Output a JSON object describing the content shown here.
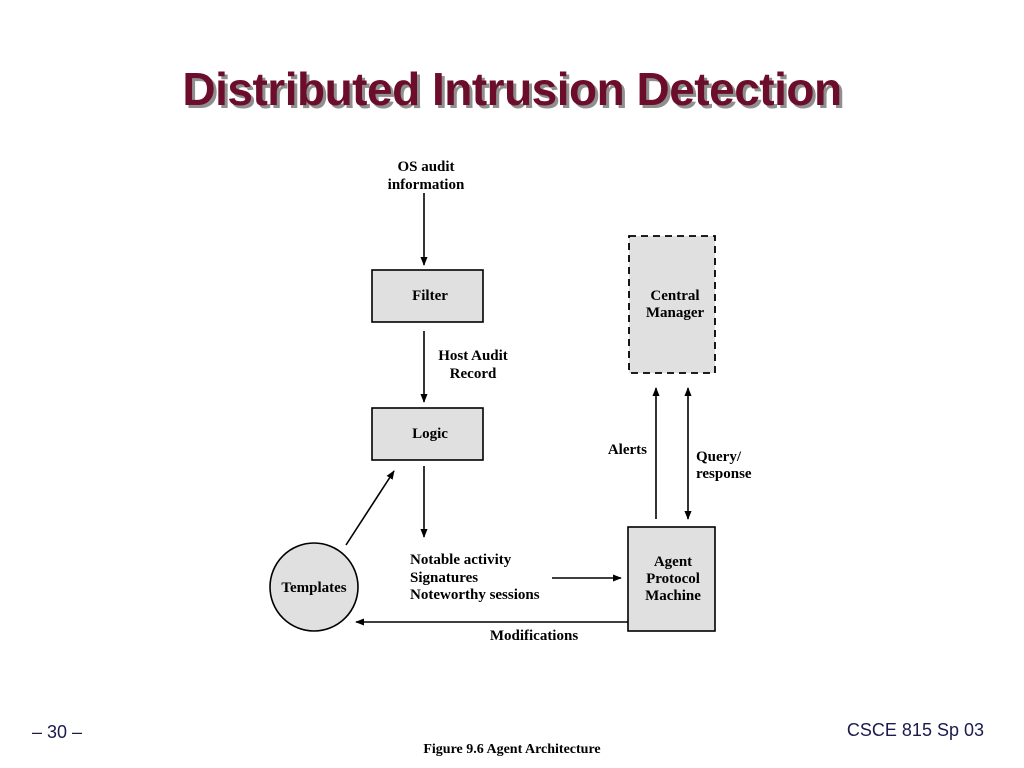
{
  "slide": {
    "title": "Distributed Intrusion Detection",
    "page_number": "– 30 –",
    "course": "CSCE 815 Sp 03",
    "caption": "Figure 9.6   Agent Architecture"
  },
  "diagram": {
    "input_label": [
      "OS audit",
      "information"
    ],
    "filter": "Filter",
    "host_audit_record": [
      "Host Audit",
      "Record"
    ],
    "logic": "Logic",
    "templates": "Templates",
    "notable": [
      "Notable activity",
      "Signatures",
      "Noteworthy sessions"
    ],
    "agent": [
      "Agent",
      "Protocol",
      "Machine"
    ],
    "central": [
      "Central",
      "Manager"
    ],
    "alerts": "Alerts",
    "query": [
      "Query/",
      "response"
    ],
    "modifications": "Modifications"
  },
  "colors": {
    "title": "#6b0d2b",
    "box_fill": "#e0e0e0",
    "footer_text": "#1a1a4d"
  }
}
